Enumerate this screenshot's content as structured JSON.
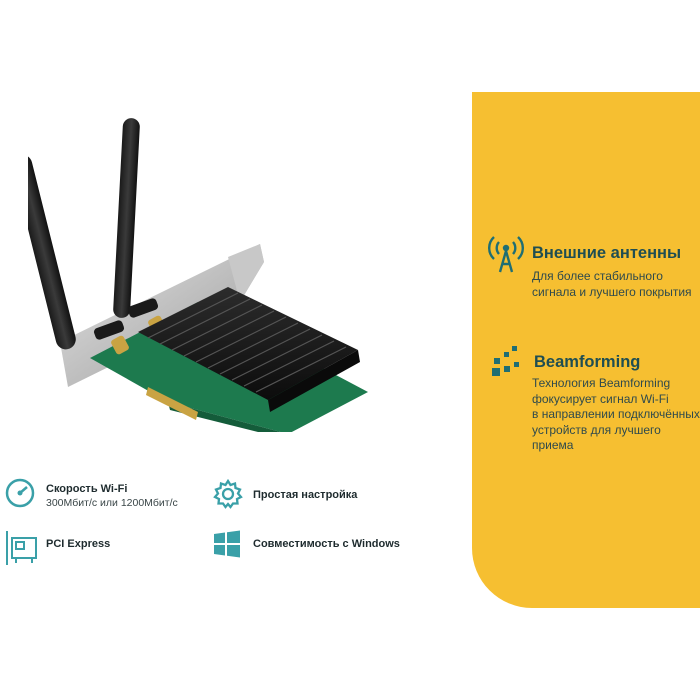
{
  "features": [
    {
      "icon": "antenna-signal-icon",
      "title": "Внешние антенны",
      "lines": [
        "Для более стабильного",
        "сигнала и лучшего покрытия"
      ]
    },
    {
      "icon": "beamforming-icon",
      "title": "Beamforming",
      "lines": [
        "Технология Beamforming",
        "фокусирует сигнал Wi-Fi",
        "в направлении подключённых",
        "устройств для лучшего",
        "приема"
      ]
    }
  ],
  "specs": [
    {
      "icon": "speedometer-icon",
      "title": "Скорость Wi-Fi",
      "subtitle": "300Мбит/с или 1200Мбит/с"
    },
    {
      "icon": "gear-icon",
      "title": "Простая настройка"
    },
    {
      "icon": "pcie-card-icon",
      "title": "PCI Express"
    },
    {
      "icon": "windows-logo-icon",
      "title": "Совместимость с Windows"
    }
  ],
  "colors": {
    "panel": "#f6bf31",
    "accent": "#1f6e73",
    "icon": "#3aa0a8"
  }
}
